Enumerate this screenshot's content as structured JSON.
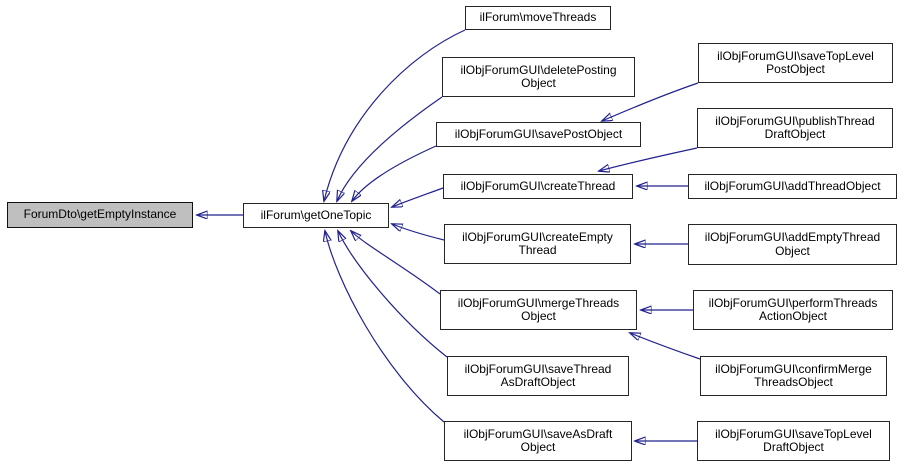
{
  "diagram": {
    "type": "caller-graph",
    "background_color": "#ffffff",
    "edge_color": "#22228e",
    "node_fill": "#ffffff",
    "node_border_color": "#262626",
    "highlight_node_fill": "#bfbfbf",
    "nodes": {
      "getEmptyInstance": {
        "line1": "ForumDto\\getEmptyInstance",
        "highlighted": true
      },
      "getOneTopic": {
        "line1": "ilForum\\getOneTopic"
      },
      "moveThreads": {
        "line1": "ilForum\\moveThreads"
      },
      "deletePostingObject": {
        "line1": "ilObjForumGUI\\deletePosting",
        "line2": "Object"
      },
      "savePostObject": {
        "line1": "ilObjForumGUI\\savePostObject"
      },
      "createThread": {
        "line1": "ilObjForumGUI\\createThread"
      },
      "createEmptyThread": {
        "line1": "ilObjForumGUI\\createEmpty",
        "line2": "Thread"
      },
      "mergeThreadsObject": {
        "line1": "ilObjForumGUI\\mergeThreads",
        "line2": "Object"
      },
      "saveThreadAsDraftObject": {
        "line1": "ilObjForumGUI\\saveThread",
        "line2": "AsDraftObject"
      },
      "saveAsDraftObject": {
        "line1": "ilObjForumGUI\\saveAsDraft",
        "line2": "Object"
      },
      "saveTopLevelPostObject": {
        "line1": "ilObjForumGUI\\saveTopLevel",
        "line2": "PostObject"
      },
      "publishThreadDraftObject": {
        "line1": "ilObjForumGUI\\publishThread",
        "line2": "DraftObject"
      },
      "addThreadObject": {
        "line1": "ilObjForumGUI\\addThreadObject"
      },
      "addEmptyThreadObject": {
        "line1": "ilObjForumGUI\\addEmptyThread",
        "line2": "Object"
      },
      "performThreadsActionObject": {
        "line1": "ilObjForumGUI\\performThreads",
        "line2": "ActionObject"
      },
      "confirmMergeThreadsObject": {
        "line1": "ilObjForumGUI\\confirmMerge",
        "line2": "ThreadsObject"
      },
      "saveTopLevelDraftObject": {
        "line1": "ilObjForumGUI\\saveTopLevel",
        "line2": "DraftObject"
      }
    },
    "edges": [
      {
        "from": "getOneTopic",
        "to": "getEmptyInstance"
      },
      {
        "from": "moveThreads",
        "to": "getOneTopic"
      },
      {
        "from": "deletePostingObject",
        "to": "getOneTopic"
      },
      {
        "from": "savePostObject",
        "to": "getOneTopic"
      },
      {
        "from": "createThread",
        "to": "getOneTopic"
      },
      {
        "from": "createEmptyThread",
        "to": "getOneTopic"
      },
      {
        "from": "mergeThreadsObject",
        "to": "getOneTopic"
      },
      {
        "from": "saveThreadAsDraftObject",
        "to": "getOneTopic"
      },
      {
        "from": "saveAsDraftObject",
        "to": "getOneTopic"
      },
      {
        "from": "saveTopLevelPostObject",
        "to": "savePostObject"
      },
      {
        "from": "publishThreadDraftObject",
        "to": "createThread"
      },
      {
        "from": "addThreadObject",
        "to": "createThread"
      },
      {
        "from": "addEmptyThreadObject",
        "to": "createEmptyThread"
      },
      {
        "from": "performThreadsActionObject",
        "to": "mergeThreadsObject"
      },
      {
        "from": "confirmMergeThreadsObject",
        "to": "mergeThreadsObject"
      },
      {
        "from": "saveTopLevelDraftObject",
        "to": "saveAsDraftObject"
      }
    ]
  }
}
